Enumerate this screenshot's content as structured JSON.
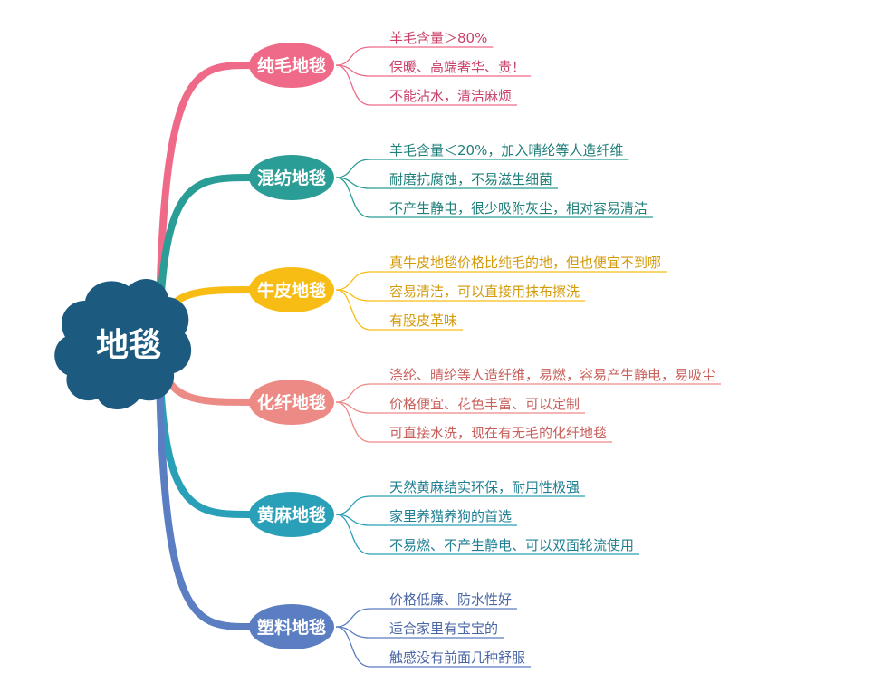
{
  "root": {
    "label": "地毯",
    "color": "#1c5a80"
  },
  "branches": [
    {
      "label": "纯毛地毯",
      "color": "#ef6a88",
      "text_color": "#c9426a",
      "items": [
        "羊毛含量＞80%",
        "保暖、高端奢华、贵！",
        "不能沾水，清洁麻烦"
      ]
    },
    {
      "label": "混纺地毯",
      "color": "#2a9d96",
      "text_color": "#1f7f79",
      "items": [
        "羊毛含量＜20%，加入晴纶等人造纤维",
        "耐磨抗腐蚀，不易滋生细菌",
        "不产生静电，很少吸附灰尘，相对容易清洁"
      ]
    },
    {
      "label": "牛皮地毯",
      "color": "#f8bd14",
      "text_color": "#d49a08",
      "items": [
        "真牛皮地毯价格比纯毛的地，但也便宜不到哪",
        "容易清洁，可以直接用抹布擦洗",
        "有股皮革味"
      ]
    },
    {
      "label": "化纤地毯",
      "color": "#ec8a86",
      "text_color": "#c8605c",
      "items": [
        "涤纶、晴纶等人造纤维，易燃，容易产生静电，易吸尘",
        "价格便宜、花色丰富、可以定制",
        "可直接水洗，现在有无毛的化纤地毯"
      ]
    },
    {
      "label": "黄麻地毯",
      "color": "#2aa0b8",
      "text_color": "#1f7f92",
      "items": [
        "天然黄麻结实环保，耐用性极强",
        "家里养猫养狗的首选",
        "不易燃、不产生静电、可以双面轮流使用"
      ]
    },
    {
      "label": "塑料地毯",
      "color": "#5b7ec2",
      "text_color": "#4a66a4",
      "items": [
        "价格低廉、防水性好",
        "适合家里有宝宝的",
        "触感没有前面几种舒服"
      ]
    }
  ]
}
